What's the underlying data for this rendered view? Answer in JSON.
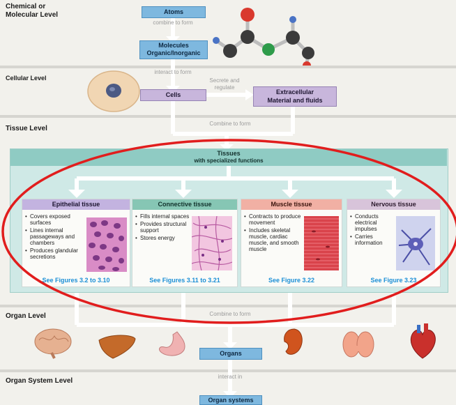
{
  "levels": {
    "chemical": "Chemical or\nMolecular Level",
    "cellular": "Cellular Level",
    "tissue": "Tissue Level",
    "organ": "Organ Level",
    "organ_system": "Organ System Level"
  },
  "chemical": {
    "atoms": "Atoms",
    "combine_to_form": "combine to form",
    "molecules": "Molecules\nOrganic/Inorganic"
  },
  "cellular": {
    "interact_to_form": "interact to form",
    "cells": "Cells",
    "secrete": "Secrete and\nregulate",
    "extracellular": "Extracellular\nMaterial and fluids"
  },
  "tissue": {
    "combine_to_form": "Combine to form",
    "header_title": "Tissues",
    "header_sub": "with specialized functions",
    "cards": [
      {
        "title": "Epithelial tissue",
        "bullets": [
          "Covers exposed surfaces",
          "Lines internal passageways and chambers",
          "Produces glandular secretions"
        ],
        "figure": "See Figures 3.2 to 3.10"
      },
      {
        "title": "Connective tissue",
        "bullets": [
          "Fills internal spaces",
          "Provides structural support",
          "Stores energy"
        ],
        "figure": "See Figures 3.11 to 3.21"
      },
      {
        "title": "Muscle tissue",
        "bullets": [
          "Contracts to produce movement",
          "Includes skeletal muscle, cardiac muscle, and smooth muscle"
        ],
        "figure": "See Figure 3.22"
      },
      {
        "title": "Nervous tissue",
        "bullets": [
          "Conducts electrical impulses",
          "Carries information"
        ],
        "figure": "See Figure 3.23"
      }
    ]
  },
  "organ": {
    "combine_to_form": "Combine to form",
    "organs": "Organs",
    "interact_in": "interact in",
    "organ_systems": "Organ systems"
  },
  "icons": [
    "molecule-icon",
    "cell-icon",
    "brain-icon",
    "liver-icon",
    "stomach-icon",
    "kidney-icon",
    "thyroid-icon",
    "heart-icon"
  ],
  "colors": {
    "blue_box": "#7eb8df",
    "purple_box": "#c8b6dc",
    "teal_panel": "#cfe9e6",
    "teal_header": "#8fcbc3",
    "epithelial": "#c3b3e0",
    "connective": "#86c6b4",
    "muscle": "#f1b0a4",
    "nervous": "#d8c4da",
    "highlight_ring": "#e11d1d",
    "figure_link": "#1b8fd6"
  }
}
